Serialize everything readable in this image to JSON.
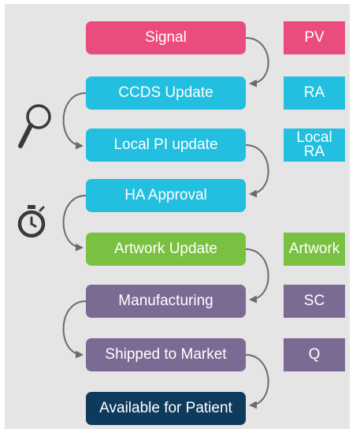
{
  "colors": {
    "pink": "#ea4c7d",
    "cyan": "#22bfe0",
    "green": "#7ac142",
    "purple": "#7b6a93",
    "navy": "#0e3b5c",
    "connector": "#6b6b6b",
    "icon": "#3a3a3a"
  },
  "steps": [
    {
      "label": "Signal"
    },
    {
      "label": "CCDS Update"
    },
    {
      "label": "Local PI update"
    },
    {
      "label": "HA Approval"
    },
    {
      "label": "Artwork Update"
    },
    {
      "label": "Manufacturing"
    },
    {
      "label": "Shipped to Market"
    },
    {
      "label": "Available for Patient"
    }
  ],
  "tags": [
    {
      "label": "PV"
    },
    {
      "label": "RA"
    },
    {
      "line1": "Local",
      "line2": "RA"
    },
    {
      "label": "Artwork"
    },
    {
      "label": "SC"
    },
    {
      "label": "Q"
    }
  ],
  "icons": {
    "search": "magnifier-icon",
    "timer": "stopwatch-icon"
  }
}
